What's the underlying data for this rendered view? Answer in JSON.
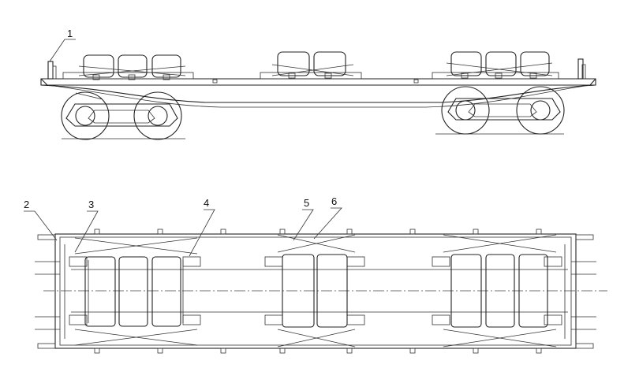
{
  "callouts": {
    "c1": "1",
    "c2": "2",
    "c3": "3",
    "c4": "4",
    "c5": "5",
    "c6": "6"
  },
  "colors": {
    "line": "#222222",
    "background": "#ffffff"
  }
}
